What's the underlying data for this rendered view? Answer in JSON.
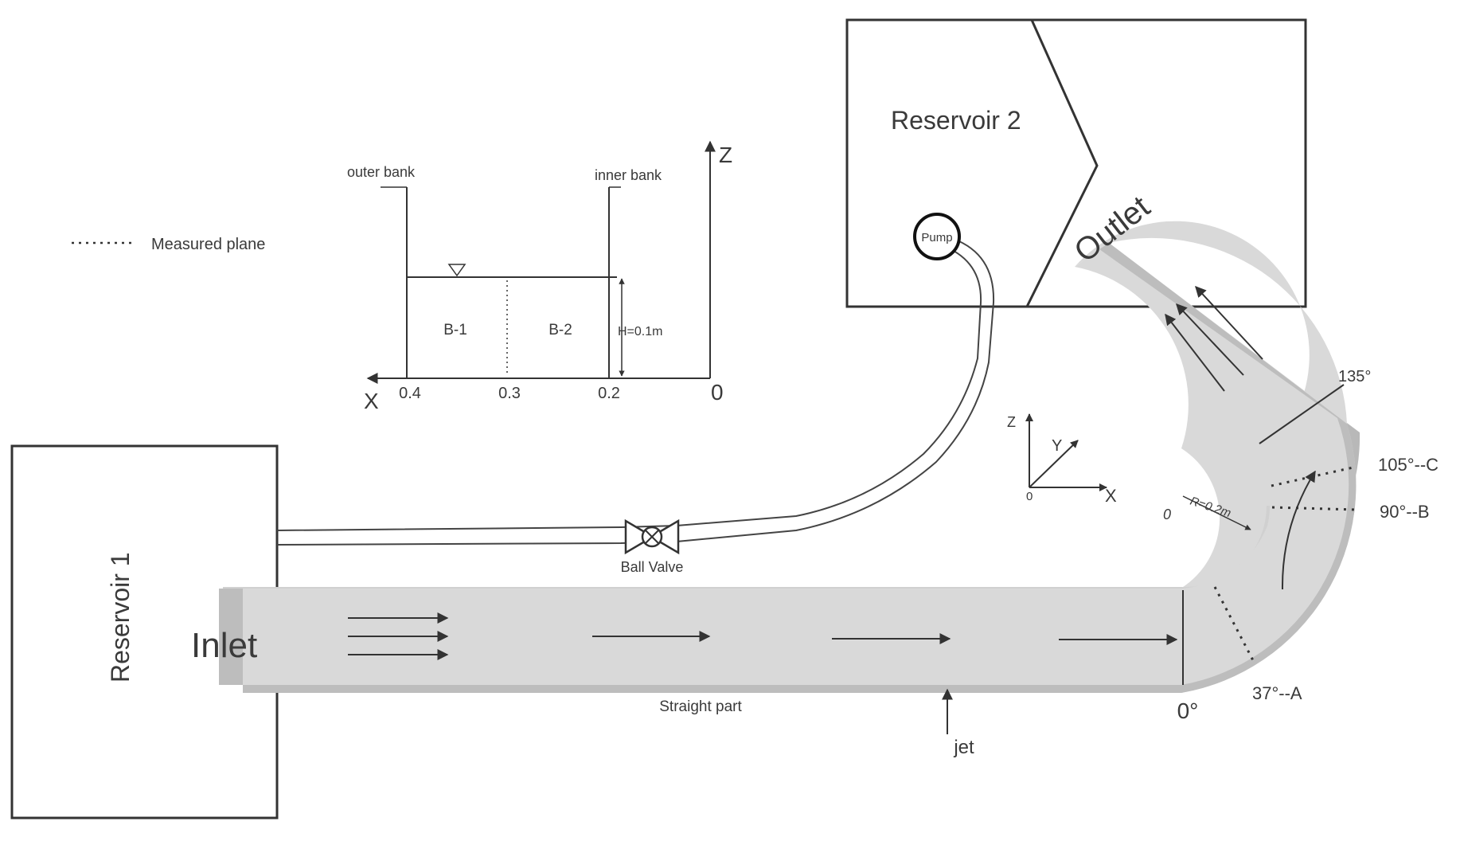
{
  "labels": {
    "reservoir1": "Reservoir 1",
    "reservoir2": "Reservoir 2",
    "inlet": "Inlet",
    "outlet": "Outlet",
    "pump": "Pump",
    "ball_valve": "Ball Valve",
    "straight_part": "Straight part",
    "jet": "jet",
    "legend_measured_plane": "Measured plane"
  },
  "angles": {
    "a0": "0°",
    "a37": "37°--A",
    "a90": "90°--B",
    "a105": "105°--C",
    "a135": "135°",
    "center": "0",
    "radius": "R=0.2m"
  },
  "cross_section": {
    "outer_bank": "outer bank",
    "inner_bank": "inner bank",
    "b1": "B-1",
    "b2": "B-2",
    "depth": "H=0.1m",
    "axis_x": "X",
    "axis_z": "Z",
    "origin": "0",
    "ticks": [
      "0.4",
      "0.3",
      "0.2"
    ]
  },
  "axes3d": {
    "x": "X",
    "y": "Y",
    "z": "Z",
    "origin": "0"
  },
  "colors": {
    "flume_fill": "#d9d9d9",
    "flume_wall": "#b3b3b3",
    "line": "#333333",
    "text": "#3a3a3a"
  }
}
